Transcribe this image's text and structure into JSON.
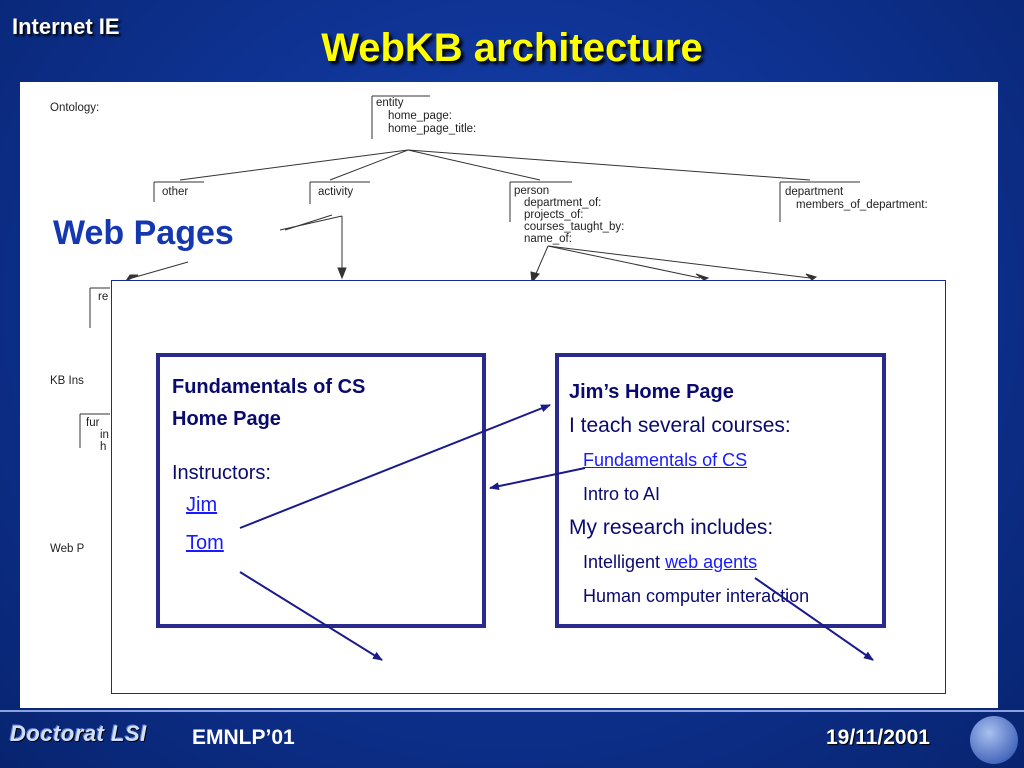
{
  "header": {
    "corner_label": "Internet IE",
    "title": "WebKB architecture"
  },
  "ontology": {
    "label": "Ontology:",
    "entity": [
      "entity",
      "home_page:",
      "home_page_title:"
    ],
    "other": "other",
    "activity": "activity",
    "person": [
      "person",
      "department_of:",
      "projects_of:",
      "courses_taught_by:",
      "name_of:"
    ],
    "department": [
      "department",
      "members_of_department:"
    ],
    "partial_re": "re",
    "kb_label": "KB Ins",
    "kb_fragment": [
      "fur",
      "in",
      "h"
    ],
    "web_label": "Web P"
  },
  "web_pages_label": "Web Pages",
  "page_fundamentals": {
    "title_line1": "Fundamentals of CS",
    "title_line2": "Home Page",
    "instructors_label": "Instructors:",
    "link_jim": "Jim",
    "link_tom": "Tom"
  },
  "page_jim": {
    "title": "Jim’s Home Page",
    "teach_line": "I teach several courses:",
    "course_link": "Fundamentals of CS",
    "course2": "Intro to AI",
    "research_line": "My research includes:",
    "research1_prefix": "Intelligent ",
    "research1_link": "web agents",
    "research2": "Human computer interaction"
  },
  "footer": {
    "logo": "Doctorat LSI",
    "conference": "EMNLP’01",
    "date": "19/11/2001"
  },
  "colors": {
    "background": "#0f3496",
    "title": "#ffff00",
    "arrow": "#1a1a8c",
    "link": "#1a1aff"
  }
}
